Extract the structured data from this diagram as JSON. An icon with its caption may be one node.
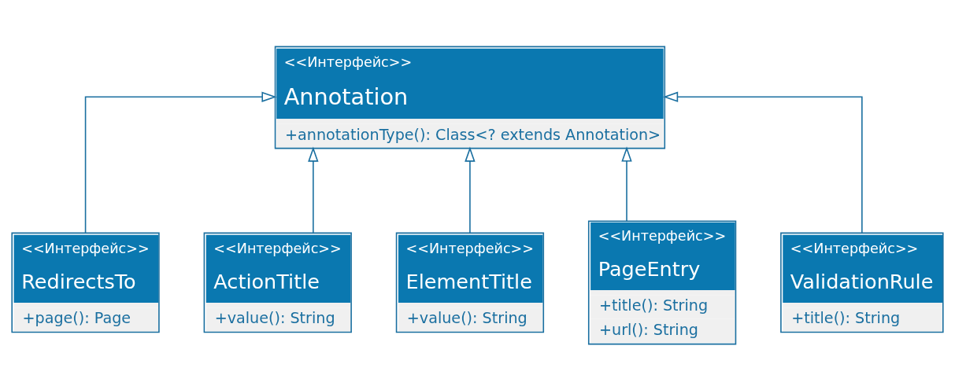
{
  "diagram": {
    "nodes": [
      {
        "text": [
          "<<Интерфейс>>",
          "Annotation",
          "+annotationType(): Class<? extends Annotation>"
        ]
      },
      {
        "text": [
          "<<Интерфейс>>",
          "RedirectsTo",
          "+page(): Page"
        ]
      },
      {
        "text": [
          "<<Интерфейс>>",
          "ActionTitle",
          "+value(): String"
        ]
      },
      {
        "text": [
          "<<Интерфейс>>",
          "ElementTitle",
          "+value(): String"
        ]
      },
      {
        "text": [
          "<<Интерфейс>>",
          "PageEntry",
          "+title(): String",
          "+url(): String"
        ]
      },
      {
        "text": [
          "<<Интерфейс>>",
          "ValidationRule",
          "+title(): String"
        ]
      }
    ],
    "edges": [
      {
        "from": 1,
        "to": 0,
        "arrow": "to"
      },
      {
        "from": 2,
        "to": 0,
        "arrow": "to"
      },
      {
        "from": 3,
        "to": 0,
        "arrow": "to"
      },
      {
        "from": 4,
        "to": 0,
        "arrow": "to"
      },
      {
        "from": 5,
        "to": 0,
        "arrow": "to"
      }
    ]
  }
}
